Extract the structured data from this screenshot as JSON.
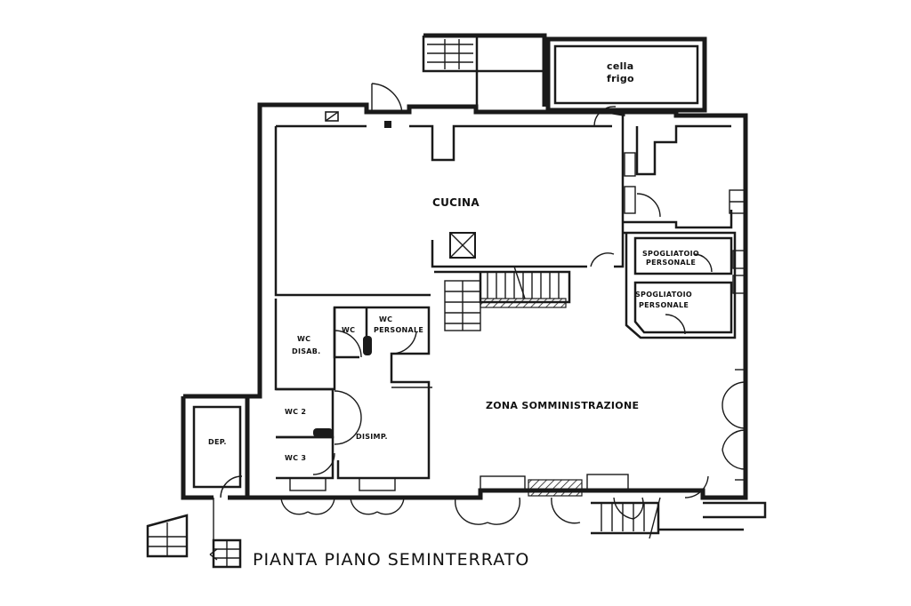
{
  "plan": {
    "title": "PIANTA PIANO SEMINTERRATO",
    "rooms": {
      "cella_frigo_1": "cella",
      "cella_frigo_2": "frigo",
      "cucina": "CUCINA",
      "spogliatoio_1a": "SPOGLIATOIO",
      "spogliatoio_1b": "PERSONALE",
      "spogliatoio_2a": "SPOGLIATOIO",
      "spogliatoio_2b": "PERSONALE",
      "wc_disab_1": "WC",
      "wc_disab_2": "DISAB.",
      "wc": "WC",
      "wc_personale_1": "WC",
      "wc_personale_2": "PERSONALE",
      "wc2": "WC 2",
      "wc3": "WC 3",
      "disimp": "DISIMP.",
      "dep": "DEP.",
      "zona": "ZONA SOMMINISTRAZIONE"
    },
    "colors": {
      "ink": "#1a1a1a",
      "paper": "#ffffff"
    }
  }
}
